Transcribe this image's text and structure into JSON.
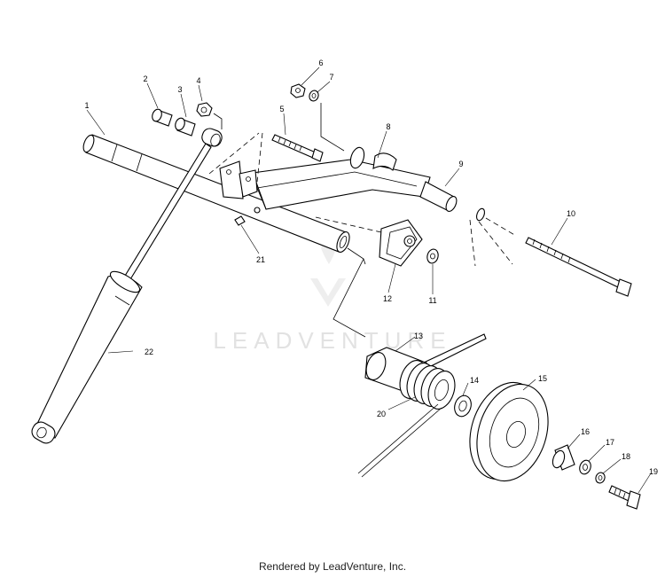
{
  "watermark": {
    "text": "LEADVENTURE"
  },
  "footer": {
    "text": "Rendered by LeadVenture, Inc."
  },
  "callouts": [
    "1",
    "2",
    "3",
    "4",
    "5",
    "6",
    "7",
    "8",
    "9",
    "10",
    "11",
    "12",
    "13",
    "14",
    "15",
    "16",
    "17",
    "18",
    "19",
    "20",
    "21",
    "22"
  ]
}
